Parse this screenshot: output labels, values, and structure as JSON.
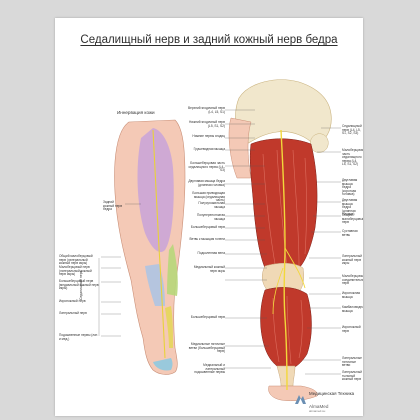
{
  "poster": {
    "title": "Седалищный нерв и задний кожный нерв бедра",
    "innervation_title": "Иннервация кожи",
    "side_label": "Седалищный нерв"
  },
  "left_labels": [
    {
      "id": "post-cut-femur",
      "text": "Задний кожный нерв бедра"
    },
    {
      "id": "common-peroneal",
      "text": "Общий малоберцовый нерв (латеральный кожный нерв икры)"
    },
    {
      "id": "fibular-communic",
      "text": "Малоберцовый нерв (латеральный кожный нерв икры)"
    },
    {
      "id": "tibial",
      "text": "Большеберцовый нерв (медиальный кожный нерв икры)"
    },
    {
      "id": "sural",
      "text": "Икроножный нерв"
    },
    {
      "id": "fibular",
      "text": "Латеральный нерв"
    },
    {
      "id": "plantar",
      "text": "Подошвенные нервы (лат. и мед.)"
    }
  ],
  "mid_labels": [
    {
      "id": "m1",
      "text": "Верхний ягодичный нерв (L4, L5, S1)"
    },
    {
      "id": "m2",
      "text": "Нижний ягодичный нерв (L5, S1, S2)"
    },
    {
      "id": "m3",
      "text": "Нижние нервы ягодиц"
    },
    {
      "id": "m4",
      "text": "Грушевидная мышца"
    },
    {
      "id": "m5",
      "text": "Большеберцовая часть седалищного нерва (L4–S3)"
    },
    {
      "id": "m6",
      "text": "Двуглавая мышца бедра (длинная головка)"
    },
    {
      "id": "m7",
      "text": "Большая приводящая мышца (седалищная часть)"
    },
    {
      "id": "m8",
      "text": "Полусухожильная мышца"
    },
    {
      "id": "m9",
      "text": "Полуперепончатая мышца"
    },
    {
      "id": "m10",
      "text": "Большеберцовый нерв"
    },
    {
      "id": "m11",
      "text": "Ветвь к мышцам голени"
    },
    {
      "id": "m12",
      "text": "Подколенная вена"
    },
    {
      "id": "m13",
      "text": "Медиальный кожный нерв икры"
    },
    {
      "id": "m14",
      "text": "Большеберцовый нерв"
    },
    {
      "id": "m15",
      "text": "Медиальные пяточные ветви (большеберцовый нерв)"
    },
    {
      "id": "m16",
      "text": "Медиальный и латеральный подошвенные нервы"
    }
  ],
  "right_labels": [
    {
      "id": "r1",
      "text": "Седалищный нерв (L4, L5, S1, S2, S3)"
    },
    {
      "id": "r2",
      "text": "Малоберцовая часть седалищного нерва (L4, L5, S1, S2)"
    },
    {
      "id": "r3",
      "text": "Двуглавая мышца бедра (короткая головка)"
    },
    {
      "id": "r4",
      "text": "Двуглавая мышца бедра (длинная головка)"
    },
    {
      "id": "r5",
      "text": "Общий малоберцовый нерв"
    },
    {
      "id": "r6",
      "text": "Суставная ветвь"
    },
    {
      "id": "r7",
      "text": "Латеральный кожный нерв икры"
    },
    {
      "id": "r8",
      "text": "Малоберцовый соединительный нерв"
    },
    {
      "id": "r9",
      "text": "Икроножная мышца"
    },
    {
      "id": "r10",
      "text": "Камбаловидная мышца"
    },
    {
      "id": "r11",
      "text": "Икроножный нерв"
    },
    {
      "id": "r12",
      "text": "Латеральные пяточные ветви"
    },
    {
      "id": "r13",
      "text": "Латеральный тыльный кожный нерв"
    }
  ],
  "brand": {
    "name": "Медицинская Техника",
    "sub": "AlmaMed",
    "url": "almamed.su"
  }
}
